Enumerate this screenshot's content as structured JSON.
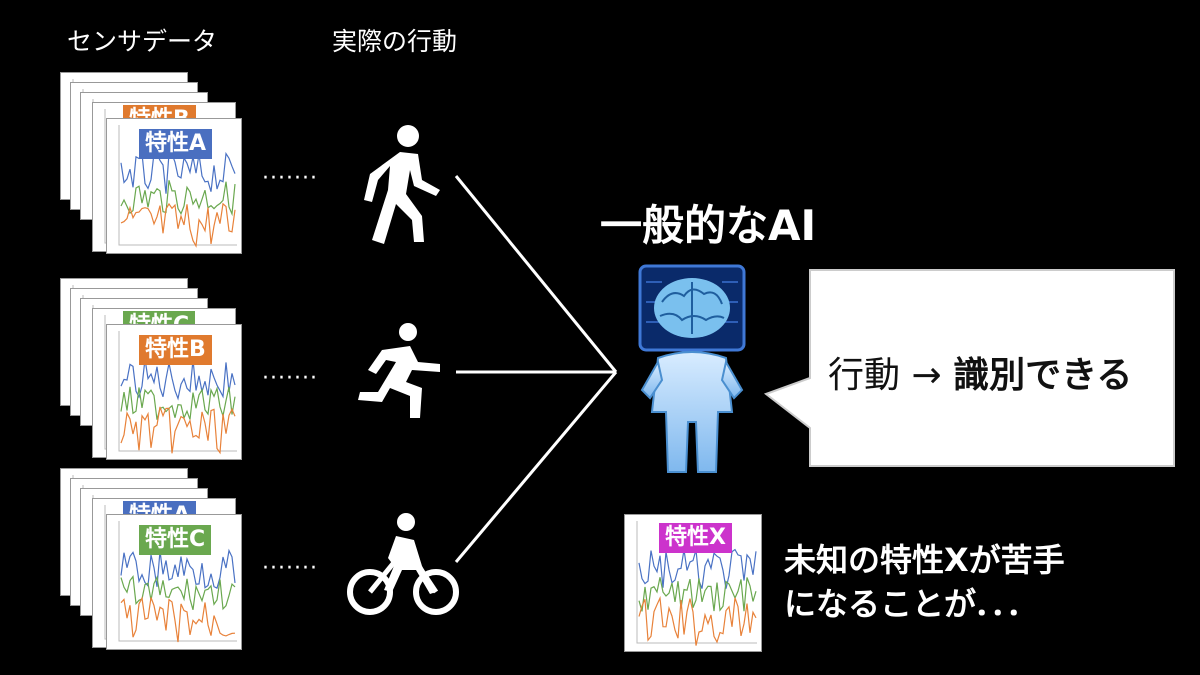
{
  "headers": {
    "sensor": "センサデータ",
    "action": "実際の行動"
  },
  "rows": [
    {
      "back_label": "特性B",
      "back_color": "#e07a2e",
      "front_label": "特性A",
      "front_color": "#4a6fc0",
      "dots": "·······",
      "action_icon": "walking-person-icon"
    },
    {
      "back_label": "特性C",
      "back_color": "#6aa84f",
      "front_label": "特性B",
      "front_color": "#e07a2e",
      "dots": "·······",
      "action_icon": "running-person-icon"
    },
    {
      "back_label": "特性A",
      "back_color": "#4a6fc0",
      "front_label": "特性C",
      "front_color": "#6aa84f",
      "dots": "·······",
      "action_icon": "cyclist-icon"
    }
  ],
  "ai": {
    "title": "一般的なAI",
    "icon": "ai-brain-figure-icon"
  },
  "bubble": {
    "prefix": "行動 → ",
    "bold": "識別できる"
  },
  "unknown": {
    "label": "特性X",
    "color": "#cc33cc",
    "line1": "未知の特性Xが苦手",
    "line2": "になることが．．．"
  },
  "colors": {
    "blue": "#4a72c4",
    "orange": "#e8823a",
    "green": "#6aa84f"
  }
}
